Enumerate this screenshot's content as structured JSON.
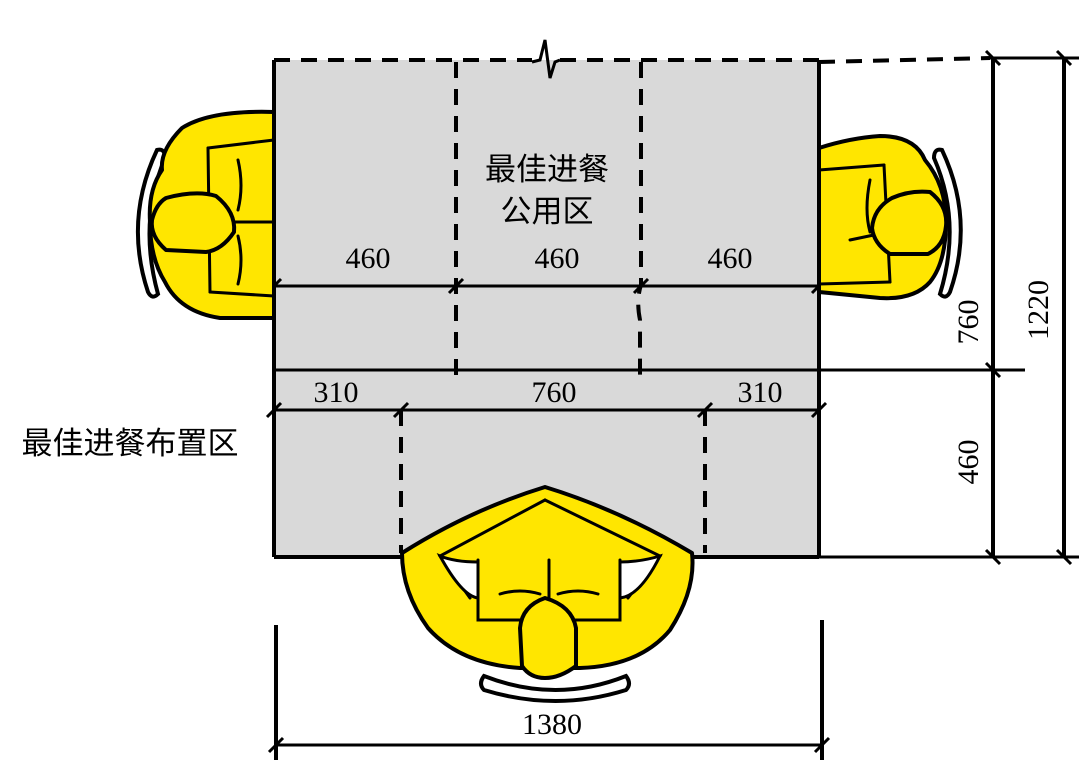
{
  "labels": {
    "common_zone_line1": "最佳进餐",
    "common_zone_line2": "公用区",
    "layout_zone": "最佳进餐布置区"
  },
  "dimensions": {
    "seat_widths": [
      "460",
      "460",
      "460"
    ],
    "layout_split": [
      "310",
      "760",
      "310"
    ],
    "table_length": "1380",
    "common_depth": "760",
    "layout_depth": "460",
    "total_depth": "1220"
  },
  "colors": {
    "table_fill": "#D9D9D9",
    "person_fill": "#FFE600",
    "line": "#000000"
  }
}
